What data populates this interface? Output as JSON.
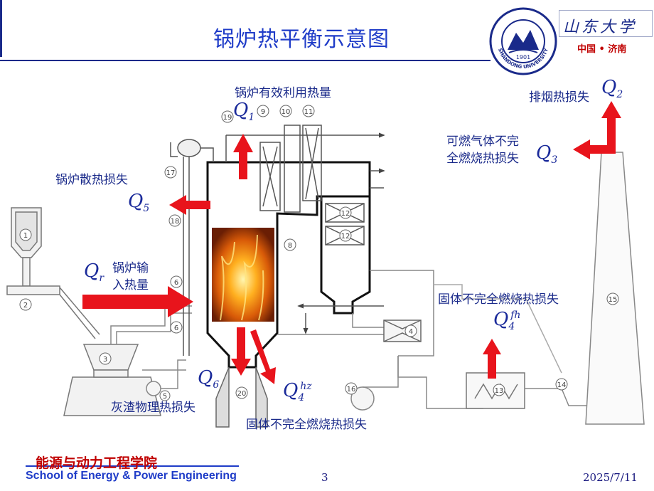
{
  "title": "锅炉热平衡示意图",
  "university": {
    "seal_year": "1901",
    "seal_text": "SHANDONG UNIVERSITY",
    "calligraphy": "山东大学",
    "location": "中国 • 济南"
  },
  "labels": {
    "q1_text": "锅炉有效利用热量",
    "q2_text": "排烟热损失",
    "q3_text_line1": "可燃气体不完",
    "q3_text_line2": "全燃烧热损失",
    "q5_text": "锅炉散热损失",
    "qr_text_line1": "锅炉输",
    "qr_text_line2": "入热量",
    "q4fh_text": "固体不完全燃烧热损失",
    "q6_text": "灰渣物理热损失",
    "q4hz_text": "固体不完全燃烧热损失"
  },
  "symbols": {
    "q1": "Q",
    "q1_sub": "1",
    "q2": "Q",
    "q2_sub": "2",
    "q3": "Q",
    "q3_sub": "3",
    "q5": "Q",
    "q5_sub": "5",
    "qr": "Q",
    "qr_sub": "r",
    "q4fh": "Q",
    "q4fh_sub": "4",
    "q4fh_sup": "fh",
    "q6": "Q",
    "q6_sub": "6",
    "q4hz": "Q",
    "q4hz_sub": "4",
    "q4hz_sup": "hz"
  },
  "component_numbers": [
    "1",
    "2",
    "3",
    "4",
    "5",
    "6",
    "6",
    "8",
    "9",
    "10",
    "11",
    "12",
    "12",
    "13",
    "14",
    "15",
    "16",
    "17",
    "18",
    "19",
    "20"
  ],
  "footer": {
    "school_cn": "能源与动力工程学院",
    "school_en": "School of Energy & Power Engineering",
    "page": "3",
    "date": "2025/7/11"
  },
  "colors": {
    "arrow": "#e8141c",
    "title": "#1f3cc8",
    "footer_cn": "#c00000"
  }
}
